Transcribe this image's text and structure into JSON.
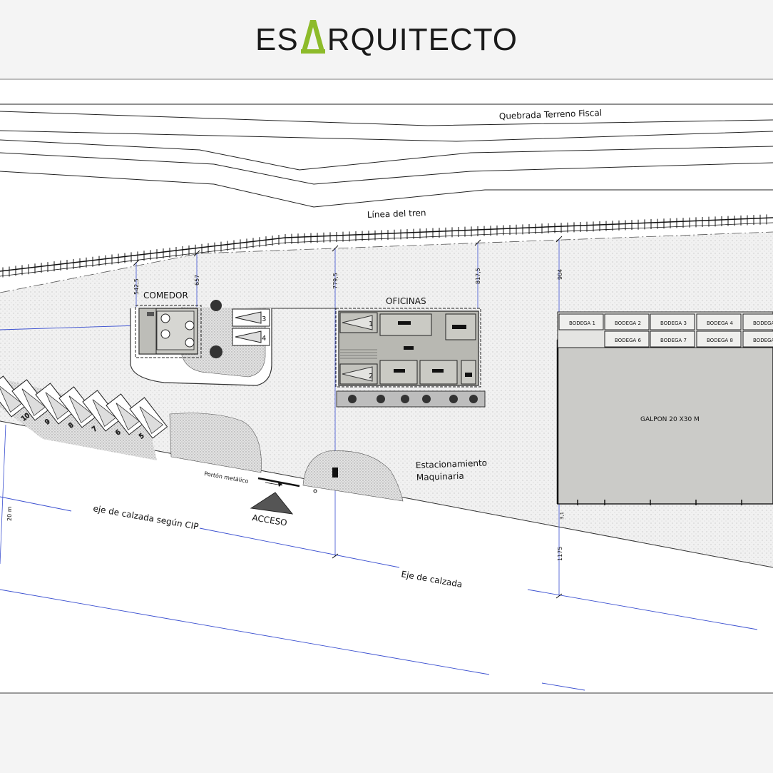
{
  "brand": {
    "prefix": "ES",
    "accent_letter": "A",
    "suffix": "RQUITECTO",
    "accent_color": "#8dbb2a"
  },
  "labels": {
    "quebrada": "Quebrada  Terreno Fiscal",
    "linea_tren": "Línea del tren",
    "comedor": "COMEDOR",
    "oficinas": "OFICINAS",
    "galpon": "GALPON 20 X30 M",
    "estacionamiento_1": "Estacionamiento",
    "estacionamiento_2": "Maquinaria",
    "porton": "Portón metálico",
    "acceso": "ACCESO",
    "eje_cip": "eje de calzada según CIP",
    "eje": "Eje de calzada"
  },
  "dimensions": {
    "d1": "542,5",
    "d2": "657",
    "d3": "779,5",
    "d4": "817,5",
    "d5": "904",
    "d6": "1175",
    "d7": "3,1",
    "d8": "20 m"
  },
  "bodegas_top": [
    "BODEGA 1",
    "BODEGA 2",
    "BODEGA 3",
    "BODEGA 4",
    "BODEGA"
  ],
  "bodegas_bottom": [
    "BODEGA 6",
    "BODEGA 7",
    "BODEGA 8",
    "BODEGA"
  ],
  "parking_right": [
    "3",
    "4"
  ],
  "parking_office": [
    "1",
    "2"
  ],
  "parking_row": [
    "10",
    "9",
    "8",
    "7",
    "6",
    "5"
  ]
}
